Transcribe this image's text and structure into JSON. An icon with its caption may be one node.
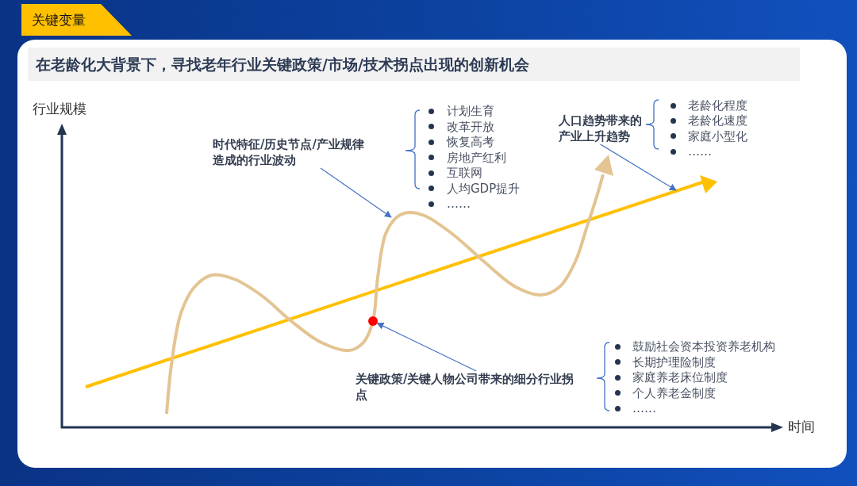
{
  "diagram": {
    "title": "在老龄化大背景下，寻找老年行业关键政策/市场/技术拐点出现的创新机会",
    "nodes": [
      {
        "text": [
          "关键变量"
        ]
      },
      {
        "text": [
          "时代特征/历史节点/产业规律造成的行业波动"
        ],
        "beside": [
          "计划生育",
          "改革开放",
          "恢复高考",
          "房地产红利",
          "互联网",
          "人均GDP提升",
          "……"
        ]
      },
      {
        "text": [
          "人口趋势带来的产业上升趋势"
        ],
        "beside": [
          "老龄化程度",
          "老龄化速度",
          "家庭小型化",
          "……"
        ]
      },
      {
        "text": [],
        "shape": "circle"
      },
      {
        "text": [
          "关键政策/关键人物公司带来的细分行业拐点"
        ],
        "beside": [
          "鼓励社会资本投资养老机构",
          "长期护理险制度",
          "家庭养老床位制度",
          "个人养老金制度",
          "……"
        ]
      }
    ],
    "edges": [
      {
        "from": 1,
        "to": null,
        "arrow": "to"
      },
      {
        "from": 2,
        "to": null,
        "arrow": "to"
      },
      {
        "from": 4,
        "to": 3,
        "arrow": "to"
      }
    ],
    "labels": [
      "行业规模",
      "时间"
    ]
  }
}
